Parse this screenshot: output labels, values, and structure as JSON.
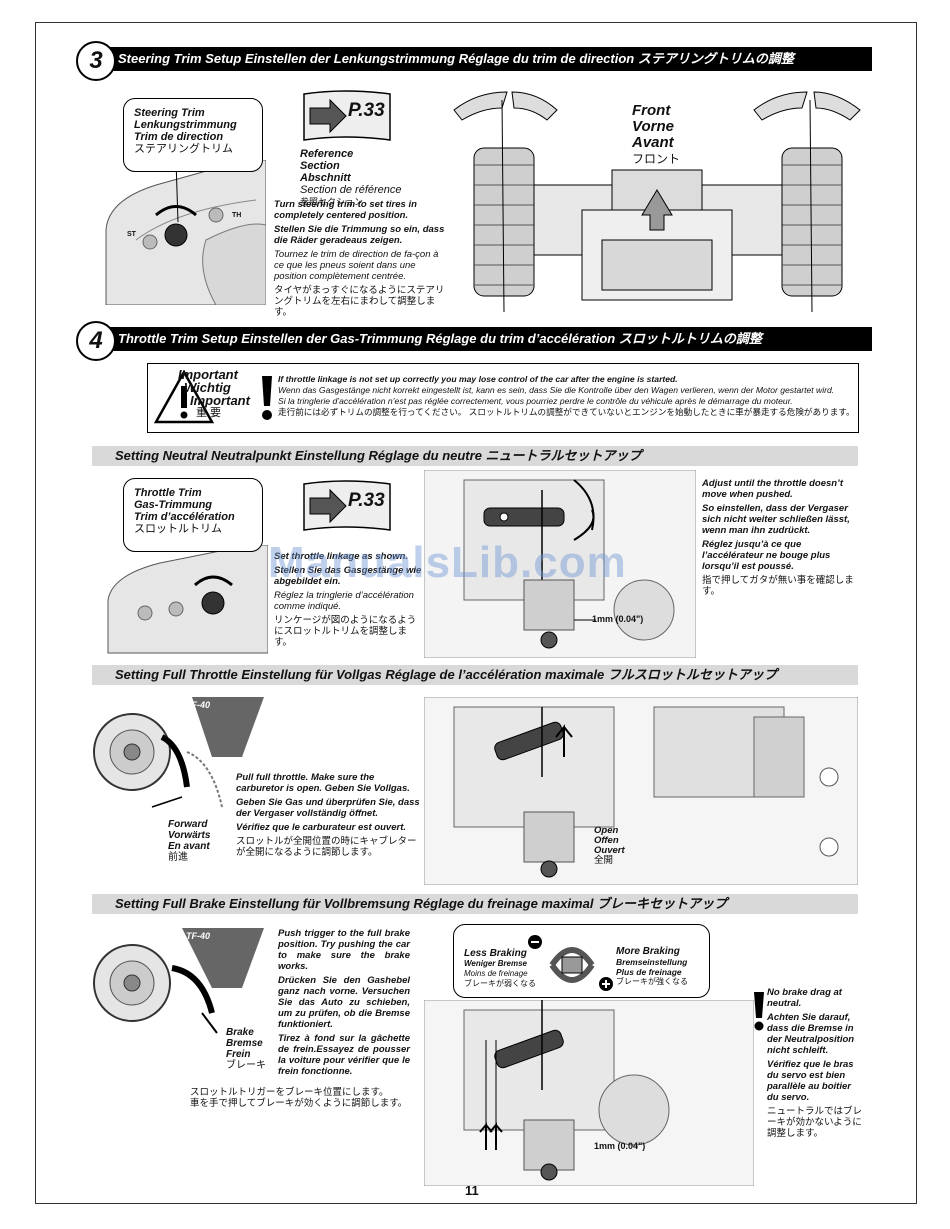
{
  "page_number": "11",
  "watermark": "ManualsLib.com",
  "section3": {
    "number": "3",
    "title": "Steering Trim Setup    Einstellen der Lenkungstrimmung    Réglage du trim de direction    ステアリングトリムの調整",
    "callout": [
      "Steering Trim",
      "Lenkungstrimmung",
      "Trim de direction",
      "ステアリングトリム"
    ],
    "reference": {
      "page": "P.33",
      "lines": [
        "Reference Section",
        "Abschnitt",
        "Section de référence",
        "参照セクション"
      ]
    },
    "instructions": [
      "Turn steering trim to set tires in completely centered position.",
      "Stellen Sie die Trimmung so ein, dass die Räder geradeaus zeigen.",
      "Tournez le trim de direction de fa-çon à ce que les pneus soient dans une position complètement centrée.",
      "タイヤがまっすぐになるようにステアリングトリムを左右にまわして調整します。"
    ],
    "front_label": [
      "Front",
      "Vorne",
      "Avant",
      "フロント"
    ],
    "transmitter_labels": {
      "st": "ST",
      "th": "TH"
    }
  },
  "section4": {
    "number": "4",
    "title": "Throttle Trim Setup    Einstellen der Gas-Trimmung    Réglage du trim d’accélération    スロットルトリムの調整",
    "important_label": [
      "Important",
      "Wichtig",
      "Important",
      "重 要"
    ],
    "warning_lines": [
      "If throttle linkage is not set up correctly you may lose control of the car after the engine is started.",
      "Wenn das Gasgestänge nicht korrekt eingestellt ist, kann es sein, dass Sie die Kontrolle über den Wagen verlieren, wenn der Motor gestartet wird.",
      "Si la tringlerie d’accélération n’est pas réglée correctement, vous pourriez perdre le contrôle du véhicule après le démarrage du moteur.",
      "走行前には必ずトリムの調整を行ってください。 スロットルトリムの調整ができていないとエンジンを始動したときに車が暴走する危険があります。"
    ]
  },
  "neutral": {
    "title": "Setting Neutral    Neutralpunkt Einstellung    Réglage du neutre    ニュートラルセットアップ",
    "callout": [
      "Throttle Trim",
      "Gas-Trimmung",
      "Trim d’accélération",
      "スロットルトリム"
    ],
    "reference_page": "P.33",
    "left_text": [
      "Set throttle linkage as shown.",
      "Stellen Sie das Gasgestänge wie abgebildet ein.",
      "Réglez la tringlerie d’accélération comme indiqué.",
      "リンケージが図のようになるようにスロットルトリムを調整します。"
    ],
    "right_text": [
      "Adjust until the throttle doesn’t move when pushed.",
      "So einstellen, dass der Vergaser sich nicht weiter schließen lässt, wenn man ihn zudrückt.",
      "Réglez jusqu’à ce que l’accélérateur ne bouge plus lorsqu’il est poussé.",
      "指で押してガタが無い事を確認します。"
    ],
    "gap_label": "1mm (0.04\")"
  },
  "full_throttle": {
    "title": "Setting Full Throttle    Einstellung für Vollgas    Réglage de l’accélération maximale    フルスロットルセットアップ",
    "forward_label": [
      "Forward",
      "Vorwärts",
      "En avant",
      "前進"
    ],
    "text": [
      "Pull full throttle. Make sure the carburetor is open. Geben Sie Vollgas.",
      "Geben Sie Gas und überprüfen Sie, dass der Vergaser vollständig öffnet.",
      "Vérifiez que le carburateur est ouvert.",
      "スロットルが全開位置の時にキャブレターが全開になるように調節します。"
    ],
    "open_label": [
      "Open",
      "Offen",
      "Ouvert",
      "全開"
    ],
    "radio_model": "TF-40"
  },
  "full_brake": {
    "title": "Setting Full Brake    Einstellung für Vollbremsung    Réglage du freinage maximal    ブレーキセットアップ",
    "brake_label": [
      "Brake",
      "Bremse",
      "Frein",
      "ブレーキ"
    ],
    "text": [
      "Push trigger to the full brake position. Try pushing the car to make sure the brake works.",
      "Drücken Sie den Gashebel ganz nach vorne. Versuchen Sie das Auto zu schieben, um zu prüfen, ob die Bremse funktioniert.",
      "Tirez à fond sur la gâchette de frein.Essayez de pousser la voiture pour vérifier que le frein fonctionne."
    ],
    "text_ja": [
      "スロットルトリガーをブレーキ位置にします。",
      "車を手で押してブレーキが効くように調節します。"
    ],
    "less_braking": [
      "Less Braking",
      "Weniger Bremse",
      "Moins de freinage",
      "ブレーキが弱くなる"
    ],
    "more_braking": [
      "More Braking",
      "Bremseinstellung",
      "Plus de freinage",
      "ブレーキが強くなる"
    ],
    "caution": [
      "No brake drag at neutral.",
      "Achten Sie darauf, dass die Bremse in der Neutralposition nicht schleift.",
      "Vérifiez que le bras du servo est bien parallèle au boitier du servo.",
      "ニュートラルではブレーキが効かないように調整します。"
    ],
    "gap_label": "1mm (0.04\")",
    "radio_model": "TF-40"
  }
}
